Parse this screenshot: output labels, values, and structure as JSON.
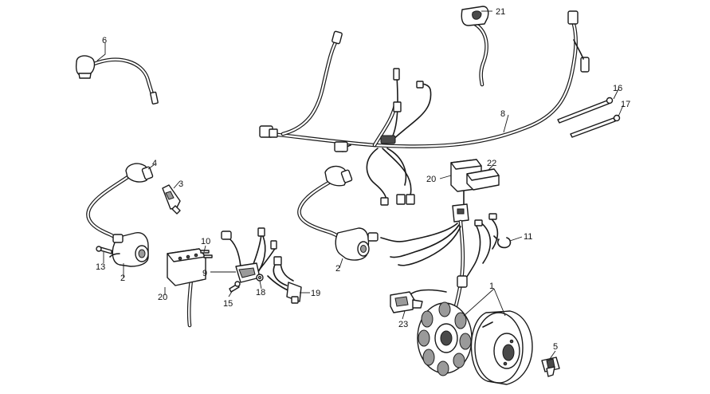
{
  "callouts": [
    {
      "id": "1",
      "label": "1"
    },
    {
      "id": "2a",
      "label": "2"
    },
    {
      "id": "2b",
      "label": "2"
    },
    {
      "id": "3",
      "label": "3"
    },
    {
      "id": "4",
      "label": "4"
    },
    {
      "id": "5",
      "label": "5"
    },
    {
      "id": "6",
      "label": "6"
    },
    {
      "id": "8",
      "label": "8"
    },
    {
      "id": "9",
      "label": "9"
    },
    {
      "id": "10",
      "label": "10"
    },
    {
      "id": "11",
      "label": "11"
    },
    {
      "id": "13",
      "label": "13"
    },
    {
      "id": "15",
      "label": "15"
    },
    {
      "id": "16",
      "label": "16"
    },
    {
      "id": "17",
      "label": "17"
    },
    {
      "id": "18",
      "label": "18"
    },
    {
      "id": "19",
      "label": "19"
    },
    {
      "id": "20a",
      "label": "20"
    },
    {
      "id": "20b",
      "label": "20"
    },
    {
      "id": "21",
      "label": "21"
    },
    {
      "id": "22",
      "label": "22"
    },
    {
      "id": "23",
      "label": "23"
    }
  ]
}
